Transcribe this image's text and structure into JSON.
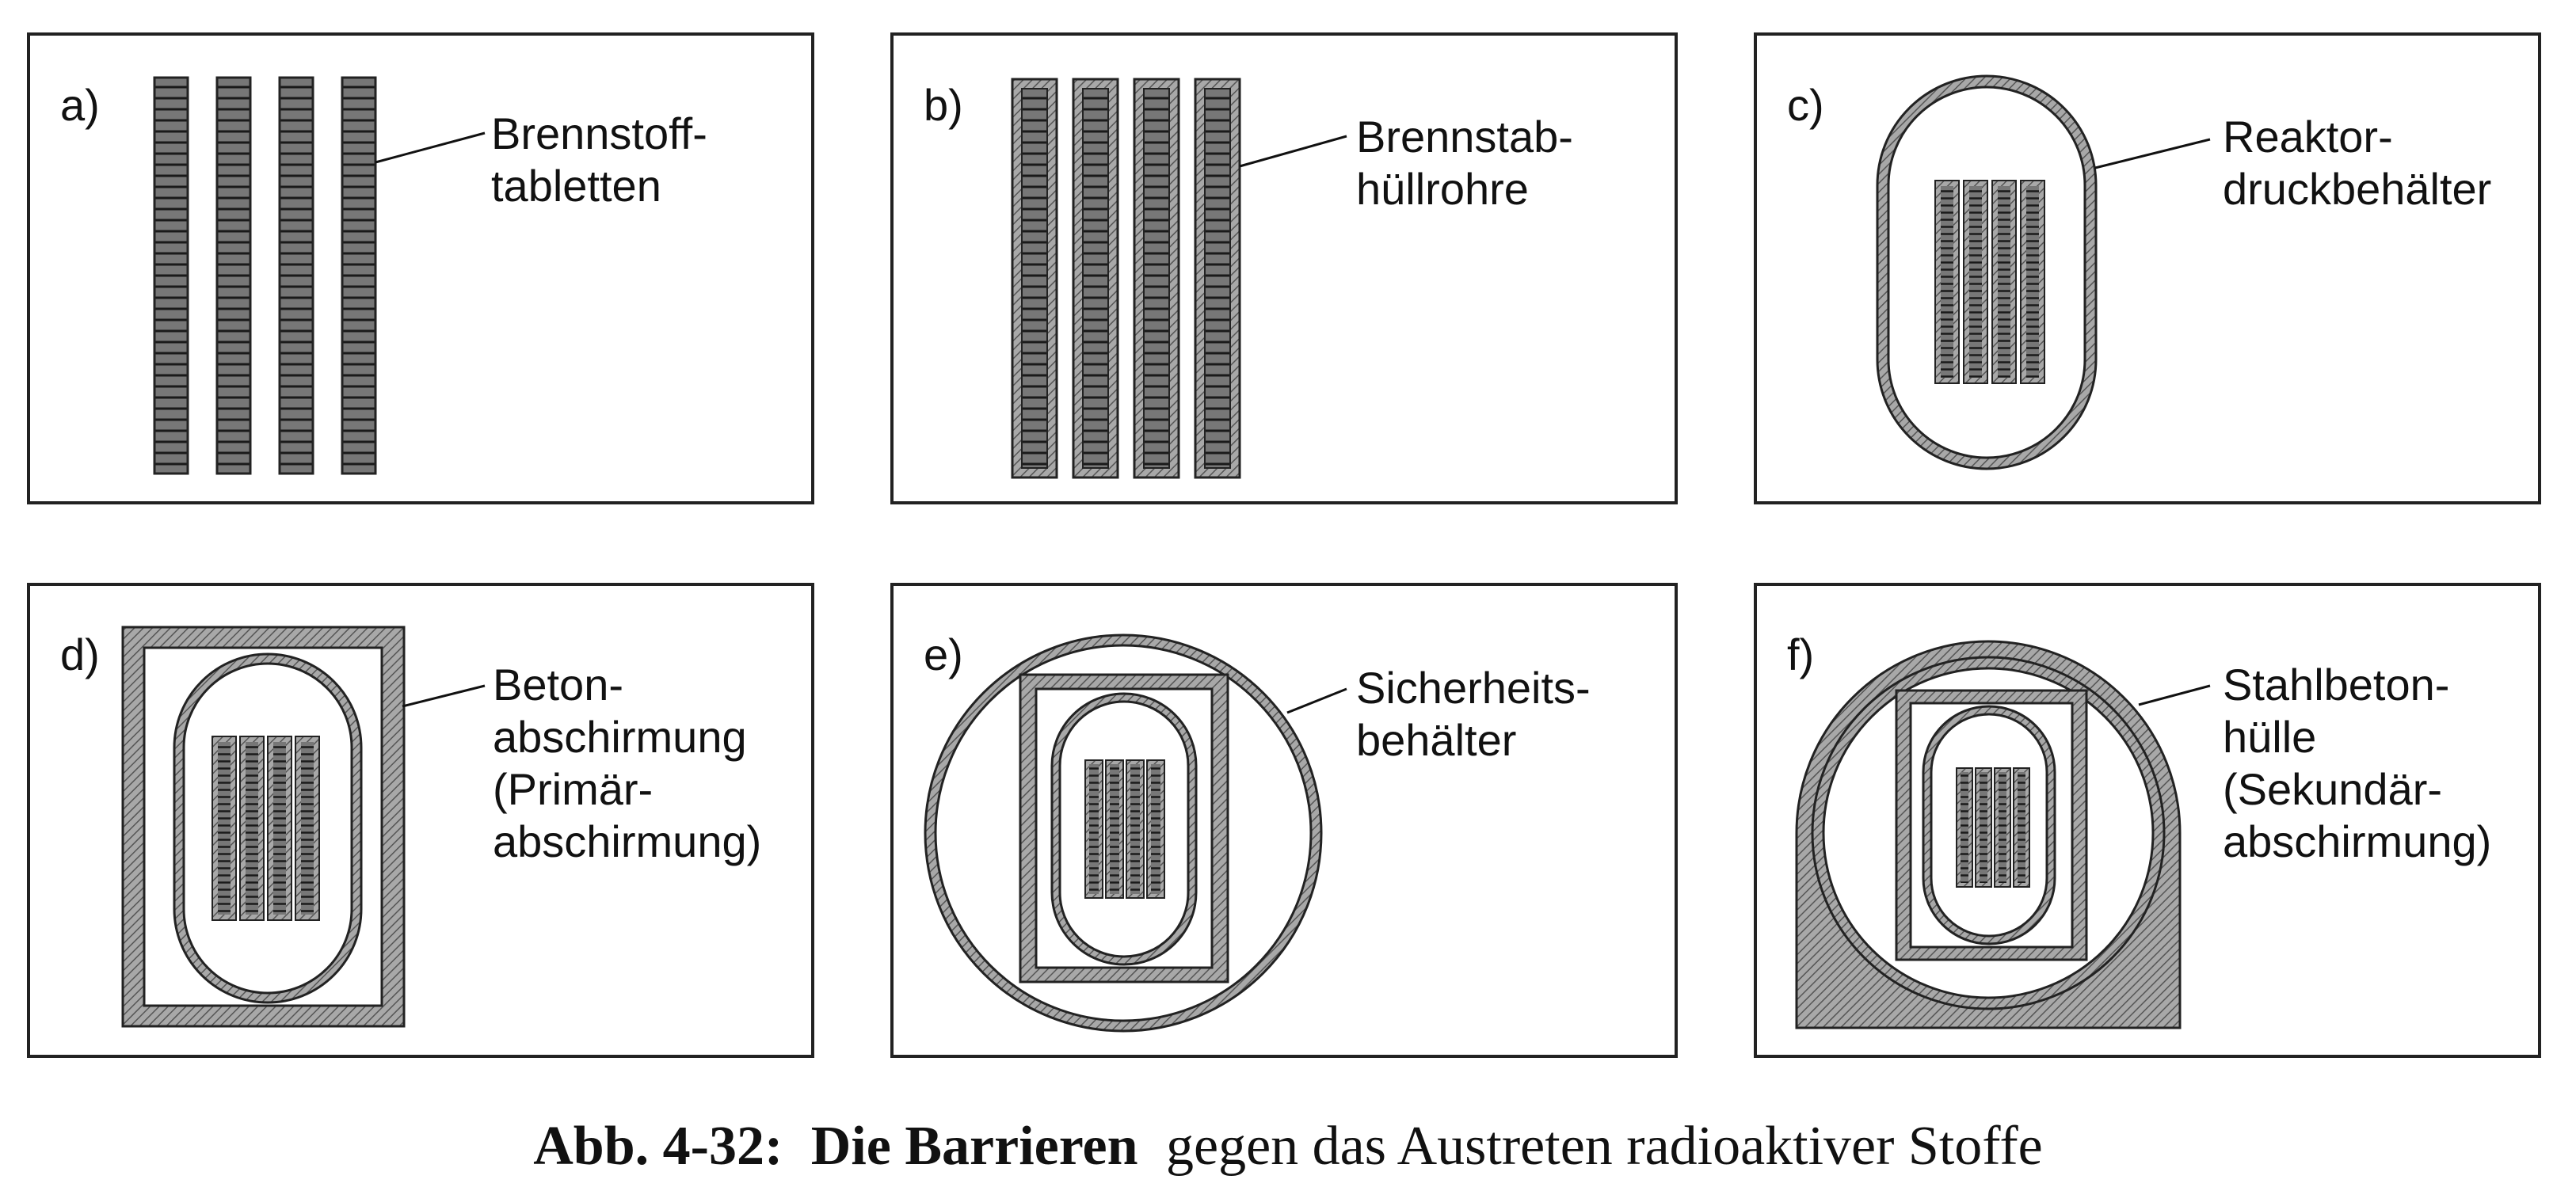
{
  "panels": {
    "a": {
      "label": "a)",
      "callout": [
        "Brennstoff-",
        "tabletten"
      ]
    },
    "b": {
      "label": "b)",
      "callout": [
        "Brennstab-",
        "hüllrohre"
      ]
    },
    "c": {
      "label": "c)",
      "callout": [
        "Reaktor-",
        "druckbehälter"
      ]
    },
    "d": {
      "label": "d)",
      "callout": [
        "Beton-",
        "abschirmung",
        "(Primär-",
        "abschirmung)"
      ]
    },
    "e": {
      "label": "e)",
      "callout": [
        "Sicherheits-",
        "behälter"
      ]
    },
    "f": {
      "label": "f)",
      "callout": [
        "Stahlbeton-",
        "hülle",
        "(Sekundär-",
        "abschirmung)"
      ]
    }
  },
  "caption": {
    "number": "Abb. 4-32:",
    "title_bold": "Die Barrieren",
    "title_rest": "gegen das Austreten radioaktiver Stoffe"
  },
  "colors": {
    "frame": "#222222",
    "fuel_fill": "#777777",
    "barrier_fill": "#9a9a9a",
    "background": "#ffffff"
  }
}
